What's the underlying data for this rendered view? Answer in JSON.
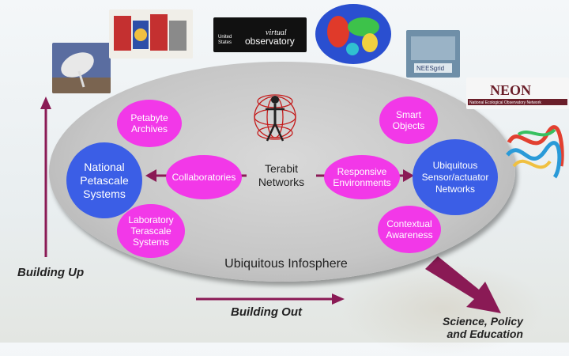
{
  "ellipse_label": "Ubiquitous Infosphere",
  "center": {
    "line1": "Terabit",
    "line2": "Networks"
  },
  "nodes": {
    "petabyte": [
      "Petabyte",
      "Archives"
    ],
    "national": [
      "National",
      "Petascale",
      "Systems"
    ],
    "collaboratories": "Collaboratories",
    "laboratory": [
      "Laboratory",
      "Terascale",
      "Systems"
    ],
    "smart": [
      "Smart",
      "Objects"
    ],
    "responsive": [
      "Responsive",
      "Environments"
    ],
    "ubiquitous": [
      "Ubiquitous",
      "Sensor/actuator",
      "Networks"
    ],
    "contextual": [
      "Contextual",
      "Awareness"
    ]
  },
  "arrows": {
    "building_up": "Building Up",
    "building_out": "Building Out",
    "science": [
      "Science, Policy",
      "and Education"
    ]
  },
  "images": {
    "virtual_obs": [
      "United",
      "States",
      "virtual",
      "observatory"
    ],
    "nees": "NEESgrid",
    "neon_title": "NEON",
    "neon_sub": "National Ecological Observatory Network"
  },
  "colors": {
    "pink": "#f238e8",
    "blue": "#3b5ee6",
    "arrow": "#8a1a55",
    "ellipse": "#c6c6c6"
  }
}
